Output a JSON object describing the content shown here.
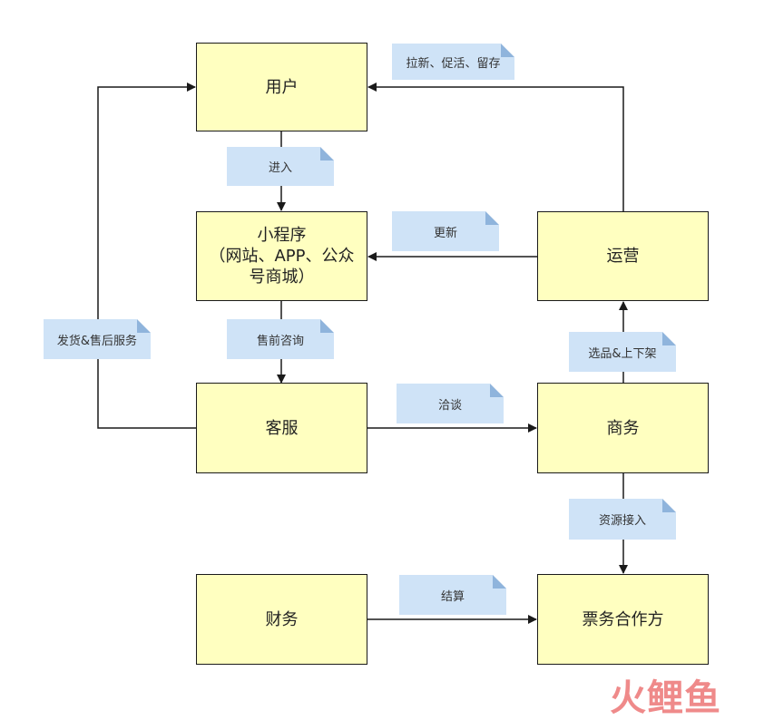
{
  "nodes": {
    "user": "用户",
    "miniprogram": "小程序\n（网站、APP、公众\n号商城）",
    "customer_service": "客服",
    "operations": "运营",
    "business": "商务",
    "finance": "财务",
    "ticket_partner": "票务合作方"
  },
  "edge_labels": {
    "enter": "进入",
    "presale": "售前咨询",
    "negotiate": "洽谈",
    "delivery": "发货&售后服务",
    "update": "更新",
    "acquire": "拉新、促活、留存",
    "select": "选品&上下架",
    "resource": "资源接入",
    "settle": "结算"
  },
  "colors": {
    "box_fill": "#ffffc0",
    "note_fill": "#cfe3f7",
    "line": "#1a1a1a"
  },
  "logo_text": "火鲤鱼"
}
